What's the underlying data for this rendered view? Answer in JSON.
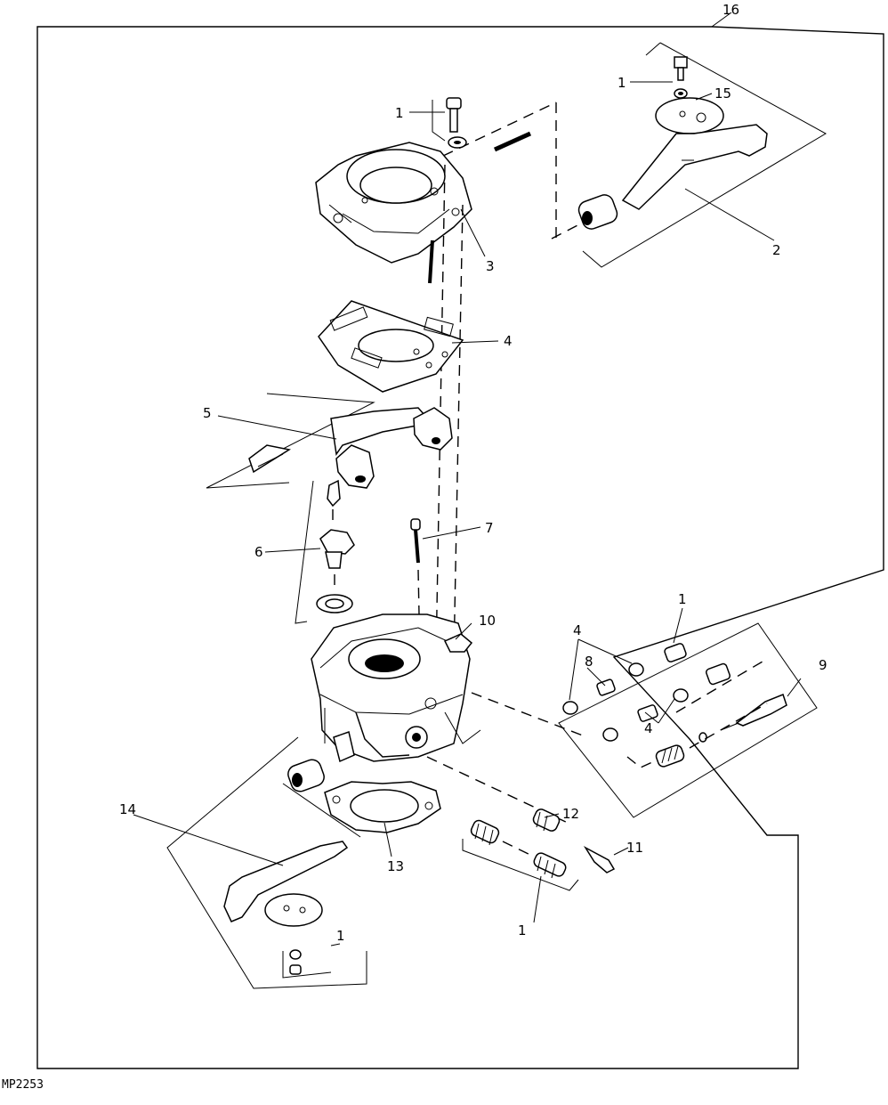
{
  "figure_code": "MP2253",
  "callouts": {
    "c1_top_screw": "1",
    "c1_throttle_screw": "1",
    "c1_fitting": "1",
    "c1_bottom_screw": "1",
    "c1_springs": "1",
    "c2": "2",
    "c3": "3",
    "c4_gasket": "4",
    "c4_valve_a": "4",
    "c4_valve_b": "4",
    "c5": "5",
    "c6": "6",
    "c7": "7",
    "c8": "8",
    "c9": "9",
    "c10": "10",
    "c11": "11",
    "c12": "12",
    "c13": "13",
    "c14": "14",
    "c15": "15",
    "c16": "16"
  }
}
